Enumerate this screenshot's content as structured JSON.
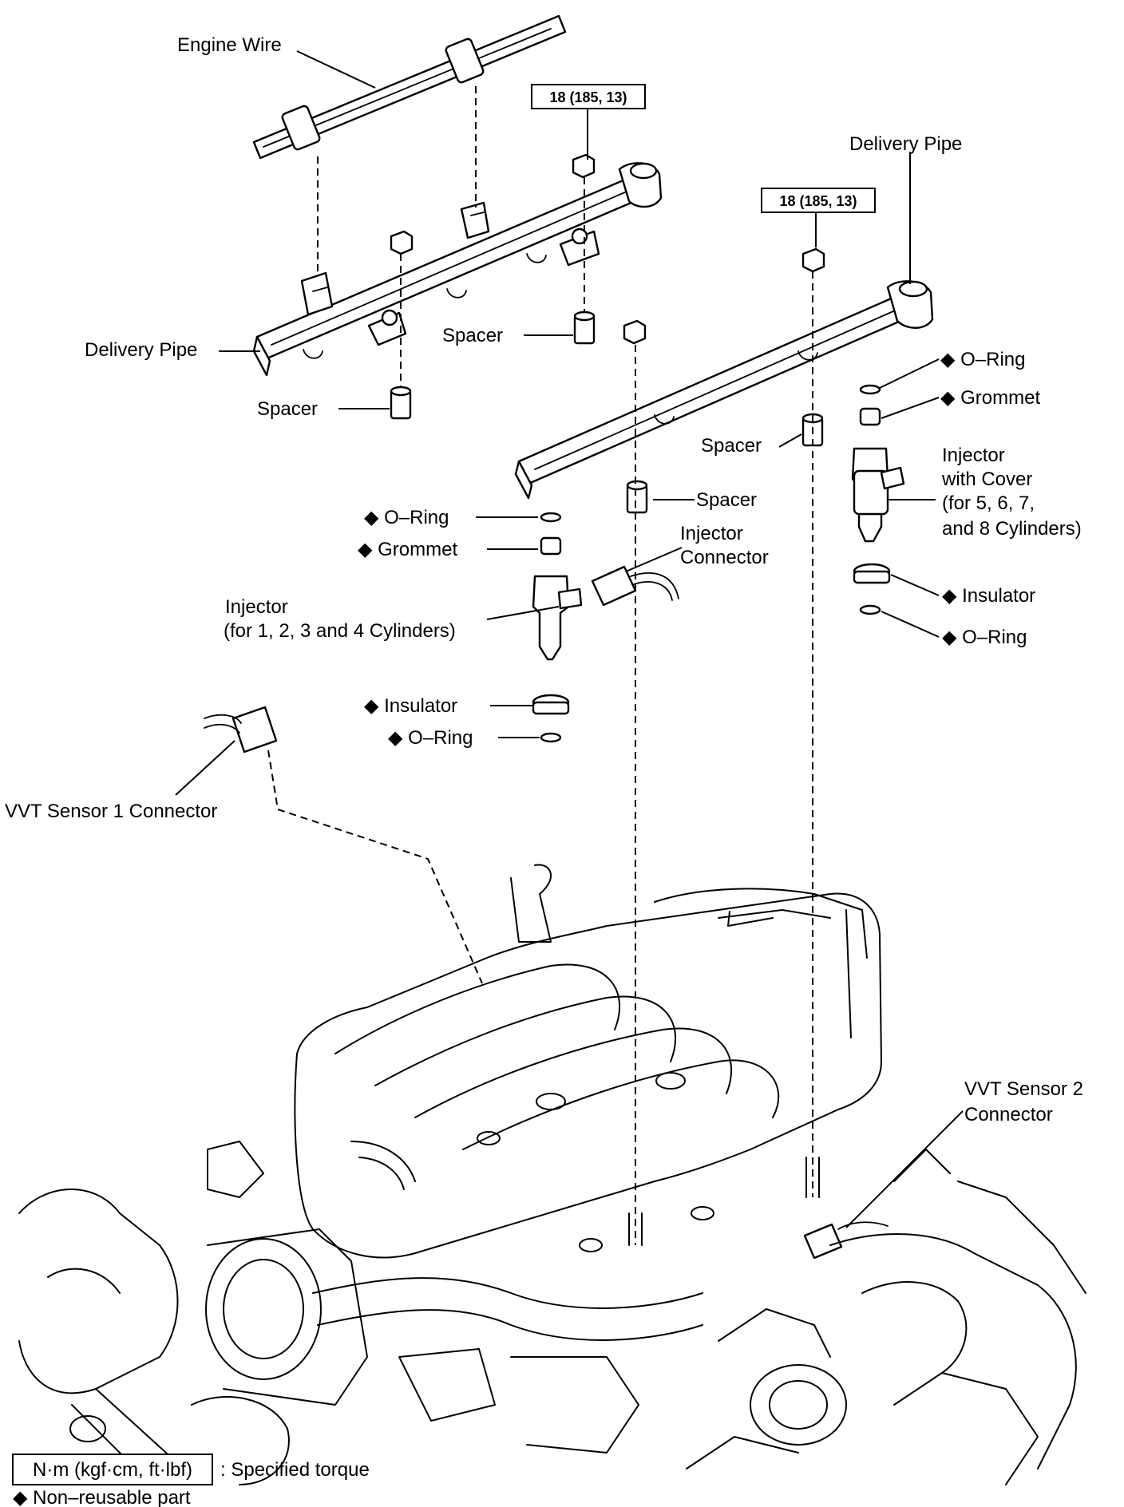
{
  "labels": {
    "engine_wire": "Engine Wire",
    "torque_left": "18 (185, 13)",
    "torque_right": "18 (185, 13)",
    "delivery_pipe_left": "Delivery Pipe",
    "delivery_pipe_right": "Delivery Pipe",
    "spacer_1": "Spacer",
    "spacer_2": "Spacer",
    "spacer_3": "Spacer",
    "spacer_4": "Spacer",
    "oring_left_top": "◆ O–Ring",
    "grommet_left": "◆ Grommet",
    "injector_left_line1": "Injector",
    "injector_left_line2": "(for 1, 2, 3 and 4 Cylinders)",
    "insulator_left": "◆ Insulator",
    "oring_left_bottom": "◆ O–Ring",
    "injector_connector_line1": "Injector",
    "injector_connector_line2": "Connector",
    "oring_right_top": "◆ O–Ring",
    "grommet_right": "◆ Grommet",
    "injector_right_line1": "Injector",
    "injector_right_line2": "with Cover",
    "injector_right_line3": "(for 5, 6, 7,",
    "injector_right_line4": "and 8 Cylinders)",
    "insulator_right": "◆ Insulator",
    "oring_right_bottom": "◆ O–Ring",
    "vvt1": "VVT Sensor 1 Connector",
    "vvt2_line1": "VVT Sensor 2",
    "vvt2_line2": "Connector"
  },
  "legend": {
    "torque_box": "N·m (kgf·cm, ft·lbf)",
    "torque_text": ": Specified torque",
    "nonreusable": "◆ Non–reusable part"
  }
}
